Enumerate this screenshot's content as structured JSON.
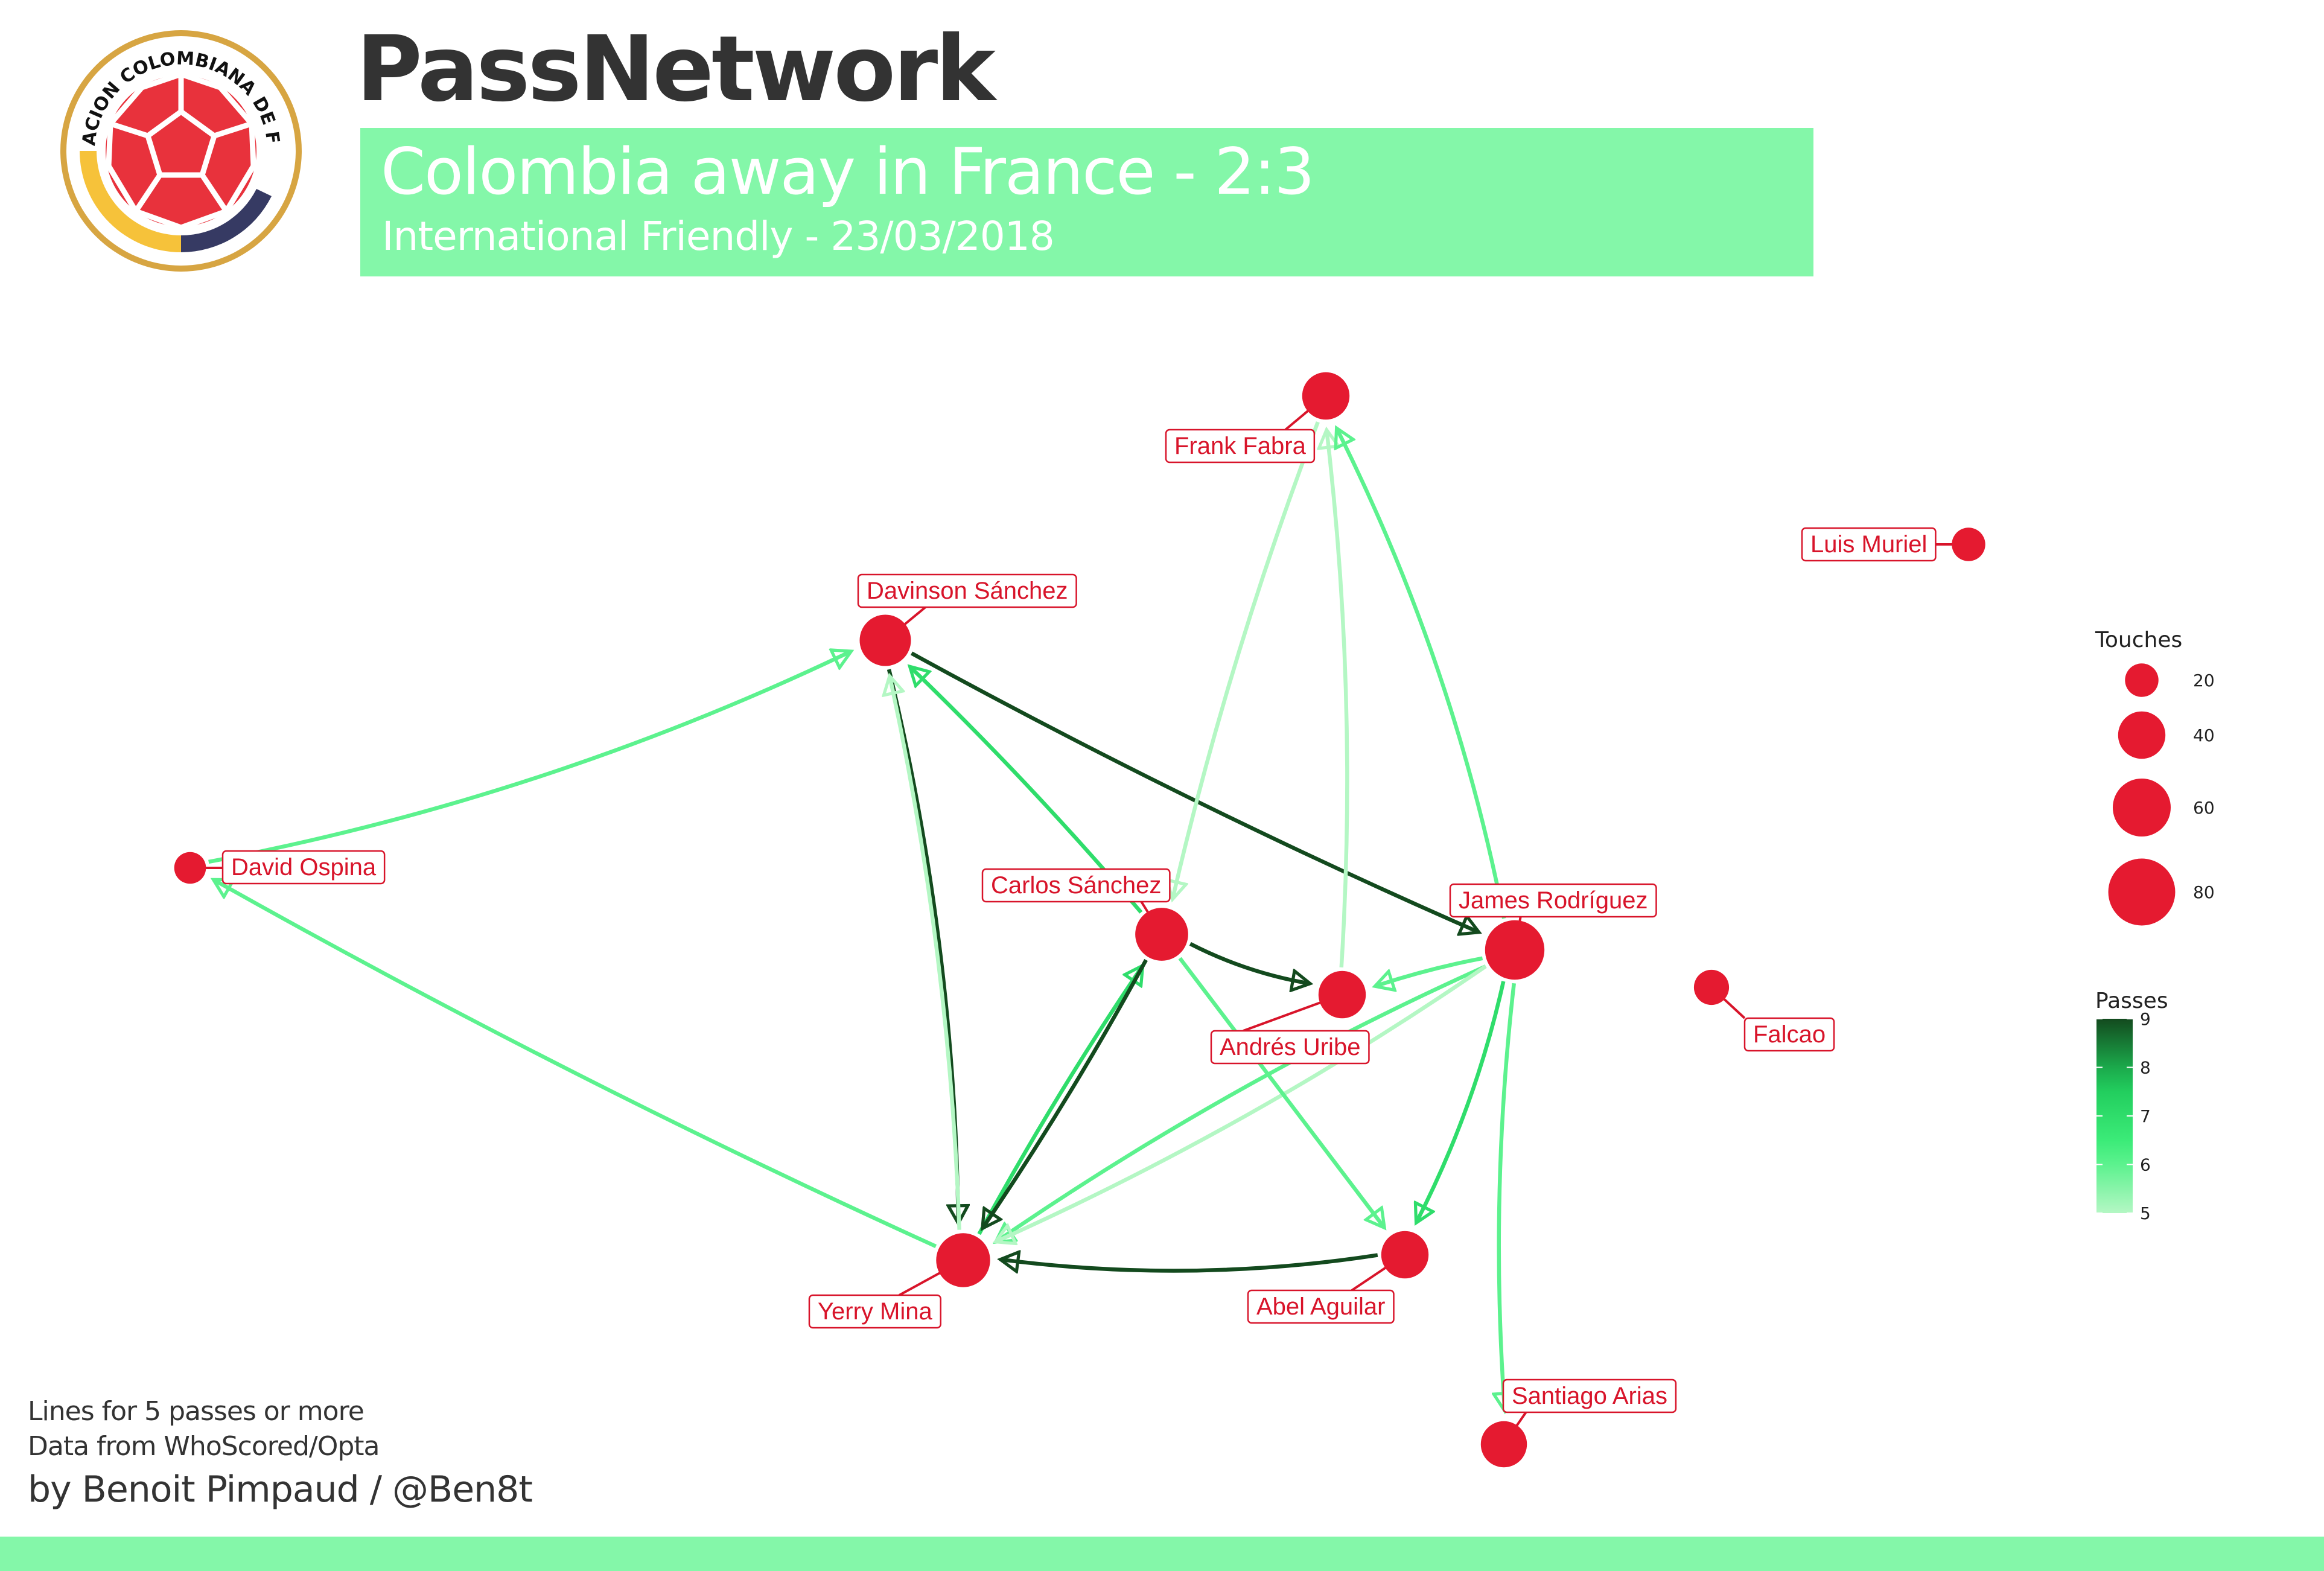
{
  "header": {
    "title": "PassNetwork",
    "match_title": "Colombia away in France - 2:3",
    "match_subtitle": "International Friendly - 23/03/2018",
    "logo_text": "FEDERACION COLOMBIANA DE FUTBOL"
  },
  "colors": {
    "node": "#e51a30",
    "banner": "#84f7a9",
    "label_border": "#d8142a",
    "pass_low": "#b4f7c4",
    "pass_high": "#134a1e"
  },
  "network": {
    "players": [
      {
        "id": "ospina",
        "name": "David Ospina",
        "touches": 18
      },
      {
        "id": "davinson",
        "name": "Davinson Sánchez",
        "touches": 47
      },
      {
        "id": "fabra",
        "name": "Frank Fabra",
        "touches": 40
      },
      {
        "id": "carlos",
        "name": "Carlos Sánchez",
        "touches": 50
      },
      {
        "id": "uribe",
        "name": "Andrés Uribe",
        "touches": 40
      },
      {
        "id": "james",
        "name": "James Rodríguez",
        "touches": 63
      },
      {
        "id": "mina",
        "name": "Yerry Mina",
        "touches": 52
      },
      {
        "id": "aguilar",
        "name": "Abel Aguilar",
        "touches": 40
      },
      {
        "id": "arias",
        "name": "Santiago Arias",
        "touches": 38
      },
      {
        "id": "muriel",
        "name": "Luis Muriel",
        "touches": 20
      },
      {
        "id": "falcao",
        "name": "Falcao",
        "touches": 22
      }
    ],
    "passes": [
      {
        "from": "ospina",
        "to": "davinson",
        "count": 6
      },
      {
        "from": "mina",
        "to": "ospina",
        "count": 6
      },
      {
        "from": "davinson",
        "to": "james",
        "count": 9
      },
      {
        "from": "davinson",
        "to": "mina",
        "count": 9
      },
      {
        "from": "mina",
        "to": "davinson",
        "count": 5
      },
      {
        "from": "carlos",
        "to": "davinson",
        "count": 7
      },
      {
        "from": "carlos",
        "to": "uribe",
        "count": 9
      },
      {
        "from": "mina",
        "to": "carlos",
        "count": 7
      },
      {
        "from": "carlos",
        "to": "mina",
        "count": 9
      },
      {
        "from": "fabra",
        "to": "carlos",
        "count": 5
      },
      {
        "from": "uribe",
        "to": "fabra",
        "count": 5
      },
      {
        "from": "james",
        "to": "fabra",
        "count": 6
      },
      {
        "from": "james",
        "to": "uribe",
        "count": 6
      },
      {
        "from": "james",
        "to": "mina",
        "count": 6
      },
      {
        "from": "james",
        "to": "mina",
        "count": 5
      },
      {
        "from": "james",
        "to": "aguilar",
        "count": 7
      },
      {
        "from": "carlos",
        "to": "aguilar",
        "count": 6
      },
      {
        "from": "aguilar",
        "to": "mina",
        "count": 9
      },
      {
        "from": "james",
        "to": "arias",
        "count": 6
      }
    ]
  },
  "legend": {
    "touches": {
      "title": "Touches",
      "ticks": [
        20,
        40,
        60,
        80
      ]
    },
    "passes": {
      "title": "Passes",
      "min": 5,
      "max": 9,
      "ticks": [
        5,
        6,
        7,
        8,
        9
      ]
    }
  },
  "footer": {
    "note1": "Lines for 5 passes or more",
    "note2": "Data from WhoScored/Opta",
    "credit": "by Benoit Pimpaud / @Ben8t"
  }
}
